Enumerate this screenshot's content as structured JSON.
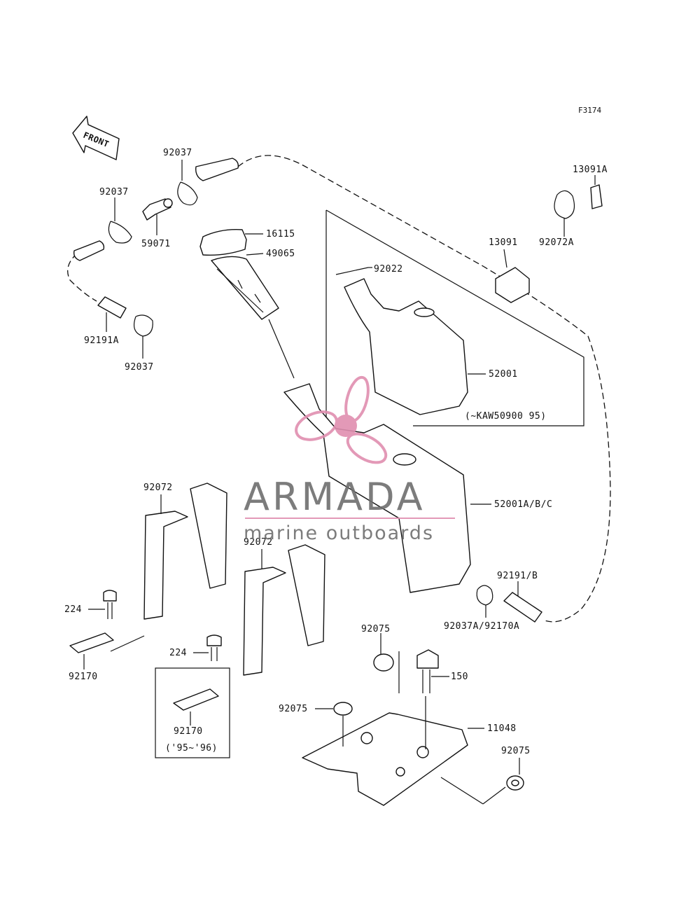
{
  "figure_code": "F3174",
  "front_arrow_text": "FRONT",
  "labels": {
    "l_92037_a": "92037",
    "l_92037_b": "92037",
    "l_92037_c": "92037",
    "l_59071": "59071",
    "l_16115": "16115",
    "l_49065": "49065",
    "l_92191A": "92191A",
    "l_92022": "92022",
    "l_13091A": "13091A",
    "l_92072A": "92072A",
    "l_13091": "13091",
    "l_52001": "52001",
    "l_kaw": "(~KAW50900   95)",
    "l_52001ABC": "52001A/B/C",
    "l_92072_a": "92072",
    "l_92072_b": "92072",
    "l_224_a": "224",
    "l_224_b": "224",
    "l_92170_a": "92170",
    "l_92170_b": "92170",
    "l_95_96": "('95~'96)",
    "l_92191B": "92191/B",
    "l_92037A": "92037A/92170A",
    "l_92075_a": "92075",
    "l_92075_b": "92075",
    "l_92075_c": "92075",
    "l_150": "150",
    "l_11048": "11048"
  },
  "watermark": {
    "brand": "ARMADA",
    "tagline": "marine outboards",
    "color_text": "#6e6e6e",
    "color_logo": "#e08fb0"
  }
}
